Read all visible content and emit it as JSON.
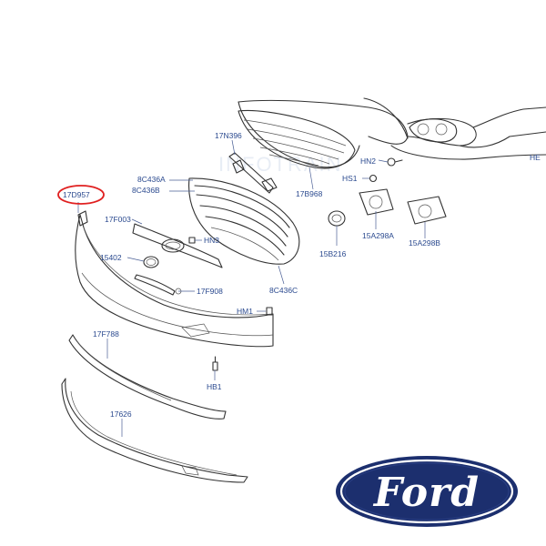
{
  "diagram": {
    "callouts": {
      "c17N396": "17N396",
      "c8C436A": "8C436A",
      "c8C436B": "8C436B",
      "c17D957": "17D957",
      "c17F003": "17F003",
      "cHN3": "HN3",
      "c15402": "15402",
      "c17F908": "17F908",
      "c8C436C": "8C436C",
      "c17B968": "17B968",
      "cHN2": "HN2",
      "cHS1": "HS1",
      "c15B216": "15B216",
      "c15A298A": "15A298A",
      "c15A298B": "15A298B",
      "cHM1": "HM1",
      "c17F788": "17F788",
      "cHB1": "HB1",
      "c17626": "17626",
      "cHE": "HE"
    },
    "highlight_color": "#e02020",
    "label_color": "#2b4a8f",
    "watermark_text": "INFOTRAIN"
  },
  "logo": {
    "text": "Ford",
    "oval_color": "#1c2f6e",
    "text_color": "#ffffff"
  }
}
